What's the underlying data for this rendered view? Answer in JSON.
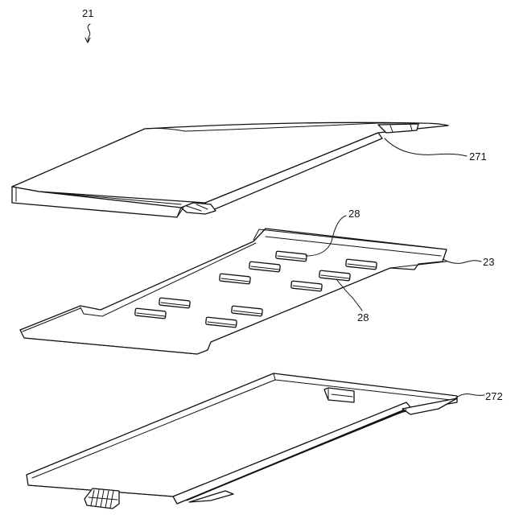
{
  "labels": {
    "assembly": "21",
    "upper_cover": "271",
    "middle_plate": "23",
    "pad_top": "28",
    "pad_bottom": "28",
    "lower_cover": "272"
  }
}
